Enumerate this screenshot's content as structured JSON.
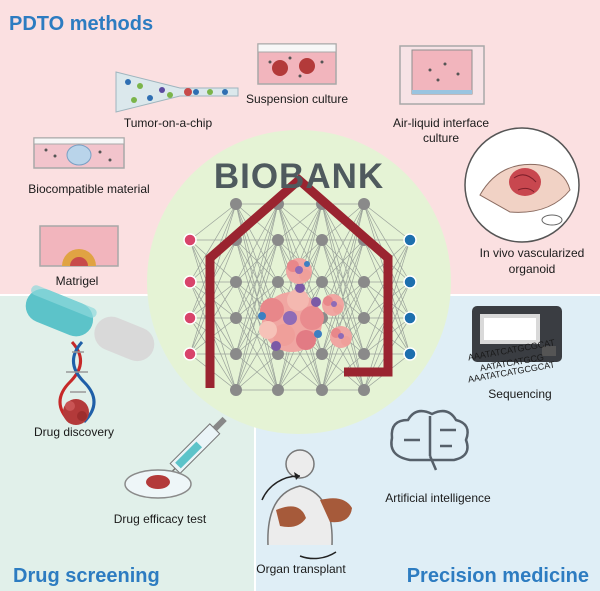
{
  "sections": {
    "pdto_methods": "PDTO methods",
    "drug_screening": "Drug screening",
    "precision_medicine": "Precision medicine"
  },
  "center": {
    "title": "BIOBANK"
  },
  "items": {
    "tumor_on_a_chip": "Tumor-on-a-chip",
    "suspension_culture": "Suspension culture",
    "air_liquid_line1": "Air-liquid interface",
    "air_liquid_line2": "culture",
    "biocompatible_material": "Biocompatible material",
    "in_vivo_line1": "In vivo vascularized",
    "in_vivo_line2": "organoid",
    "matrigel": "Matrigel",
    "drug_discovery": "Drug discovery",
    "drug_efficacy_test": "Drug efficacy test",
    "sequencing": "Sequencing",
    "artificial_intelligence": "Artificial intelligence",
    "organ_transplant": "Organ transplant"
  },
  "dna_text": [
    "AAATATCATGCGCAT",
    "AATATCATGCG",
    "AAATATCATGCGCAT"
  ],
  "colors": {
    "pdto_bg": "#fbe0e1",
    "drug_bg": "#e1f0ea",
    "precision_bg": "#dfeef6",
    "center_bg": "#e5f3d5",
    "section_title": "#2d7cc1",
    "house": "#9a2430",
    "node_grey": "#8a8a8a",
    "node_pink": "#d8436a",
    "node_blue": "#1d6fae"
  }
}
